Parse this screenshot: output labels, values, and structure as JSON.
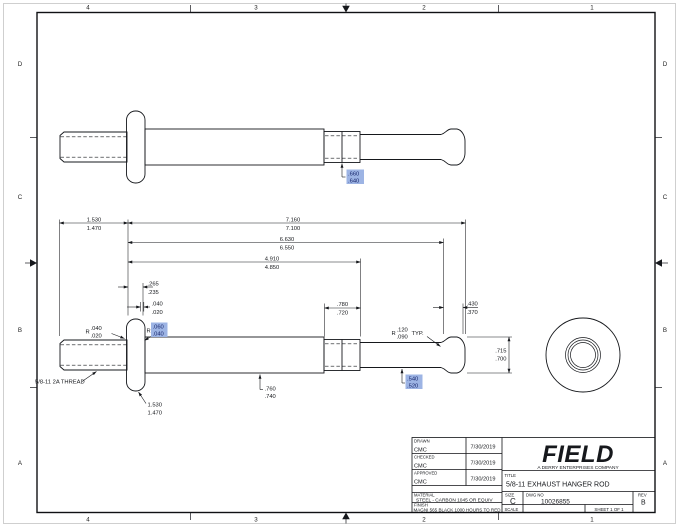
{
  "colors": {
    "selection_highlight": "#9db4e4",
    "line": "#16181c"
  },
  "sheet": {
    "zone_cols": [
      "4",
      "3",
      "2",
      "1"
    ],
    "zone_rows": [
      "D",
      "C",
      "B",
      "A"
    ]
  },
  "annotations": {
    "thread_callout": "5/8-11 2A THREAD"
  },
  "dims": {
    "thread_length": {
      "max": "1.530",
      "min": "1.470"
    },
    "overall_length": {
      "max": "7.160",
      "min": "7.100"
    },
    "length_to_tip": {
      "max": "6.630",
      "min": "6.550"
    },
    "length_to_groove_end": {
      "max": "4.910",
      "min": "4.850"
    },
    "flange_thickness": {
      "max": ".265",
      "min": ".235"
    },
    "flange_step": {
      "max": ".040",
      "min": ".020"
    },
    "fillet_left": {
      "prefix": "R",
      "max": ".040",
      "min": ".020"
    },
    "fillet_right": {
      "prefix": "R",
      "max": ".060",
      "min": ".040",
      "highlighted": true
    },
    "groove_length": {
      "max": ".780",
      "min": ".720"
    },
    "tip_length": {
      "max": ".430",
      "min": ".370"
    },
    "tip_radius": {
      "prefix": "R",
      "max": ".120",
      "min": ".090",
      "suffix": "TYP."
    },
    "tip_diameter": {
      "max": ".715",
      "min": ".700"
    },
    "rod_diameter": {
      "max": ".540",
      "min": ".520",
      "highlighted": true
    },
    "shaft_diameter": {
      "max": ".760",
      "min": ".740"
    },
    "flange_diameter": {
      "max": "1.530",
      "min": "1.470"
    },
    "step_diameter": {
      "max": ".660",
      "min": ".640",
      "highlighted": true
    }
  },
  "title_block": {
    "drawn_label": "DRAWN",
    "drawn_by": "CMC",
    "drawn_date": "7/30/2019",
    "checked_label": "CHECKED",
    "checked_by": "CMC",
    "checked_date": "7/30/2019",
    "approved_label": "APPROVED",
    "approved_by": "CMC",
    "approved_date": "7/30/2019",
    "material_label": "MATERIAL",
    "material_value": "STEEL - CARBON 1045 OR EQUIV",
    "finish_label": "FINISH",
    "finish_value": "MAGNI 565 BLACK 1000 HOURS TO RED",
    "company_name": "FIELD",
    "company_tagline": "A DERRY ENTERPRISES COMPANY",
    "title_label": "TITLE",
    "drawing_title": "5/8-11 EXHAUST HANGER ROD",
    "size_label": "SIZE",
    "size_value": "C",
    "dwg_no_label": "DWG NO",
    "dwg_no_value": "10026855",
    "rev_label": "REV",
    "rev_value": "B",
    "scale_label": "SCALE",
    "sheet_label": "SHEET 1 OF 1"
  }
}
